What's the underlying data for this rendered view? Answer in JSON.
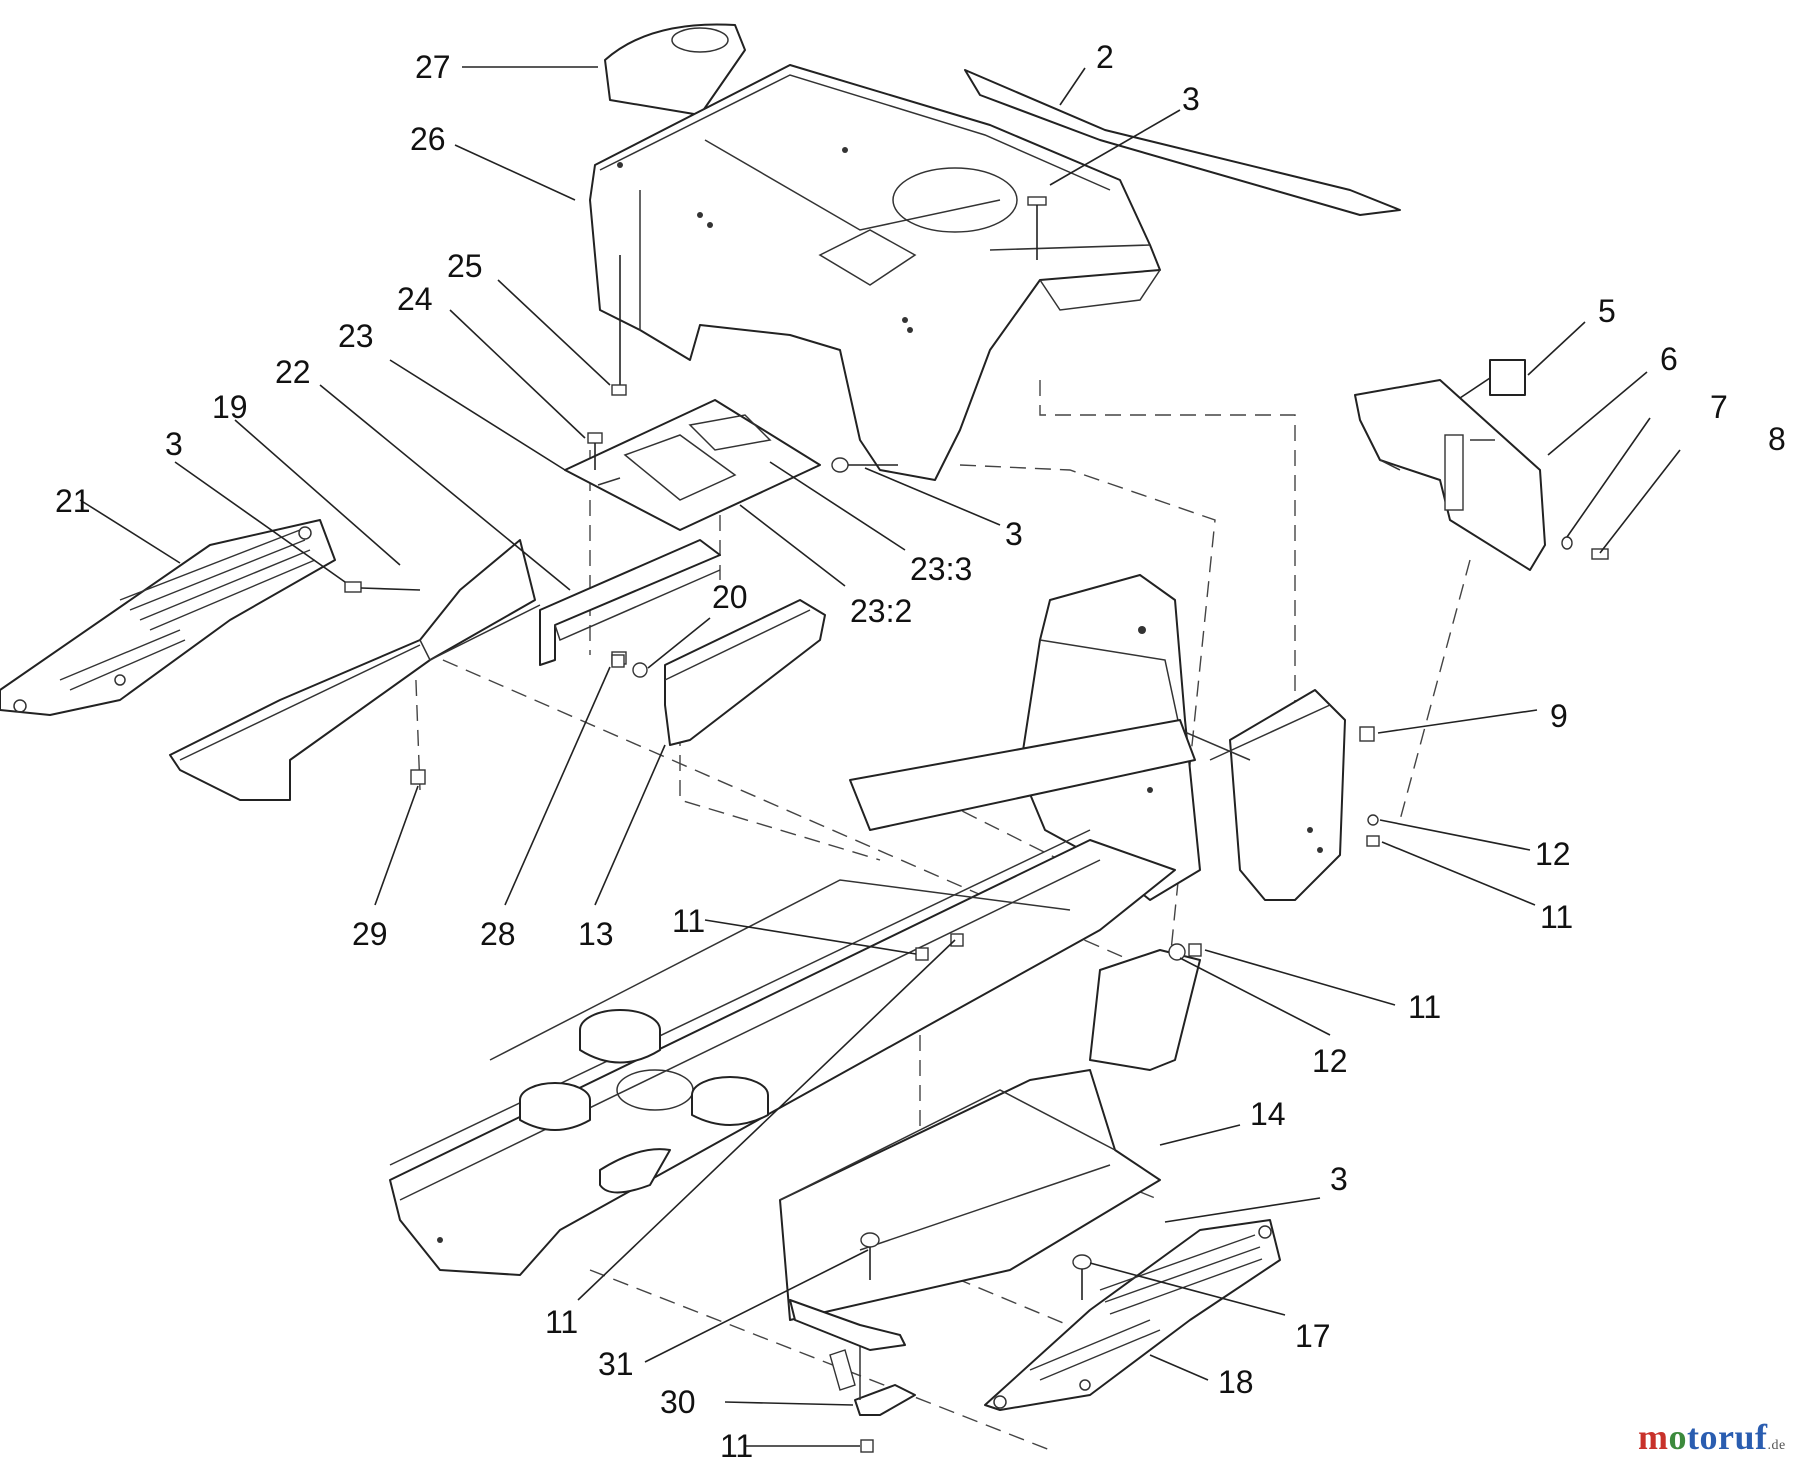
{
  "brand": {
    "name": "motoruf",
    "suffix": ".de",
    "colors": {
      "m": "#c8322b",
      "o": "#3c8a3c",
      "t": "#2a5db0",
      "rest": "#2a5db0"
    }
  },
  "callouts": [
    "27",
    "26",
    "2",
    "3",
    "25",
    "24",
    "23",
    "22",
    "19",
    "3",
    "21",
    "23:3",
    "23:2",
    "3",
    "20",
    "5",
    "6",
    "7",
    "8",
    "9",
    "12",
    "11",
    "29",
    "28",
    "13",
    "11",
    "11",
    "12",
    "14",
    "3",
    "11",
    "31",
    "17",
    "30",
    "18",
    "11"
  ]
}
